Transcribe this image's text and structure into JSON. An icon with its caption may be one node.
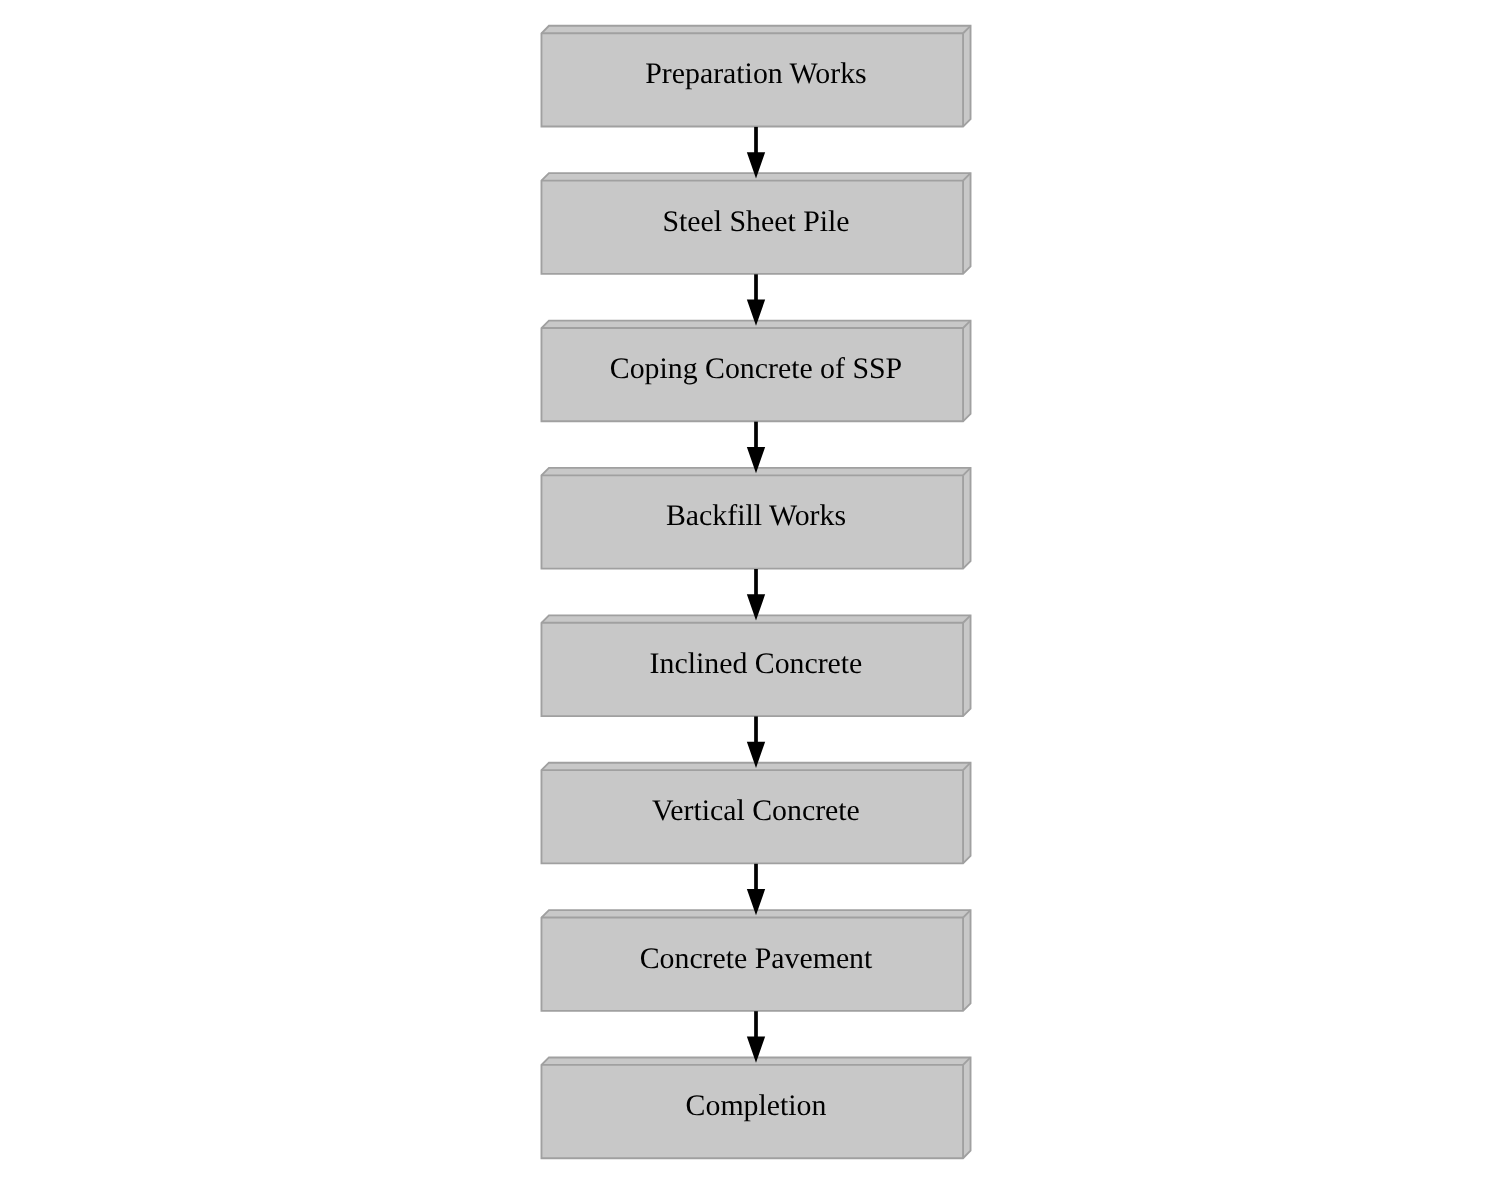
{
  "diagram": {
    "nodes": [
      {
        "text": [
          "Preparation Works"
        ]
      },
      {
        "text": [
          "Steel Sheet Pile"
        ]
      },
      {
        "text": [
          "Coping Concrete of SSP"
        ]
      },
      {
        "text": [
          "Backfill Works"
        ]
      },
      {
        "text": [
          "Inclined Concrete"
        ]
      },
      {
        "text": [
          "Vertical Concrete"
        ]
      },
      {
        "text": [
          "Concrete Pavement"
        ]
      },
      {
        "text": [
          "Completion"
        ]
      }
    ],
    "edges": [
      {
        "from": 0,
        "to": 1,
        "arrow": "to"
      },
      {
        "from": 1,
        "to": 2,
        "arrow": "to"
      },
      {
        "from": 2,
        "to": 3,
        "arrow": "to"
      },
      {
        "from": 3,
        "to": 4,
        "arrow": "to"
      },
      {
        "from": 4,
        "to": 5,
        "arrow": "to"
      },
      {
        "from": 5,
        "to": 6,
        "arrow": "to"
      },
      {
        "from": 6,
        "to": 7,
        "arrow": "to"
      }
    ]
  }
}
